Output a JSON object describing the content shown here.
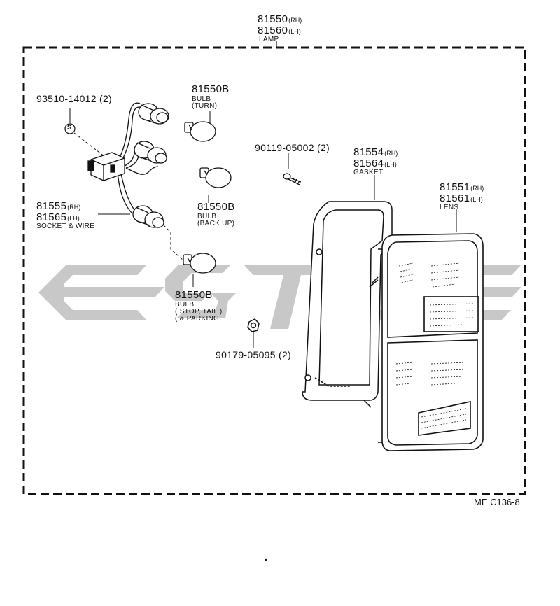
{
  "diagram_ref": "ME C136-8",
  "watermark": {
    "color": "#c8c8c8"
  },
  "parts": {
    "lamp": {
      "line1_pn": "81550",
      "line1_side": "(RH)",
      "line2_pn": "81560",
      "line2_side": "(LH)",
      "desc": "LAMP"
    },
    "screw_s": {
      "pn": "93510-14012 (2)",
      "marker": "S"
    },
    "bulb_turn": {
      "pn": "81550B",
      "desc1": "BULB",
      "desc2": "(TURN)"
    },
    "bulb_backup": {
      "pn": "81550B",
      "desc1": "BULB",
      "desc2": "(BACK UP)"
    },
    "socket_wire": {
      "line1_pn": "81555",
      "line1_side": "(RH)",
      "line2_pn": "81565",
      "line2_side": "(LH)",
      "desc": "SOCKET & WIRE"
    },
    "bulb_stop": {
      "pn": "81550B",
      "desc1": "BULB",
      "desc2": "( STOP, TAIL )",
      "desc3": "( & PARKING"
    },
    "screw_a": {
      "pn": "90119-05002 (2)"
    },
    "gasket": {
      "line1_pn": "81554",
      "line1_side": "(RH)",
      "line2_pn": "81564",
      "line2_side": "(LH)",
      "desc": "GASKET"
    },
    "lens": {
      "line1_pn": "81551",
      "line1_side": "(RH)",
      "line2_pn": "81561",
      "line2_side": "(LH)",
      "desc": "LENS"
    },
    "nut": {
      "pn": "90179-05095 (2)"
    }
  }
}
